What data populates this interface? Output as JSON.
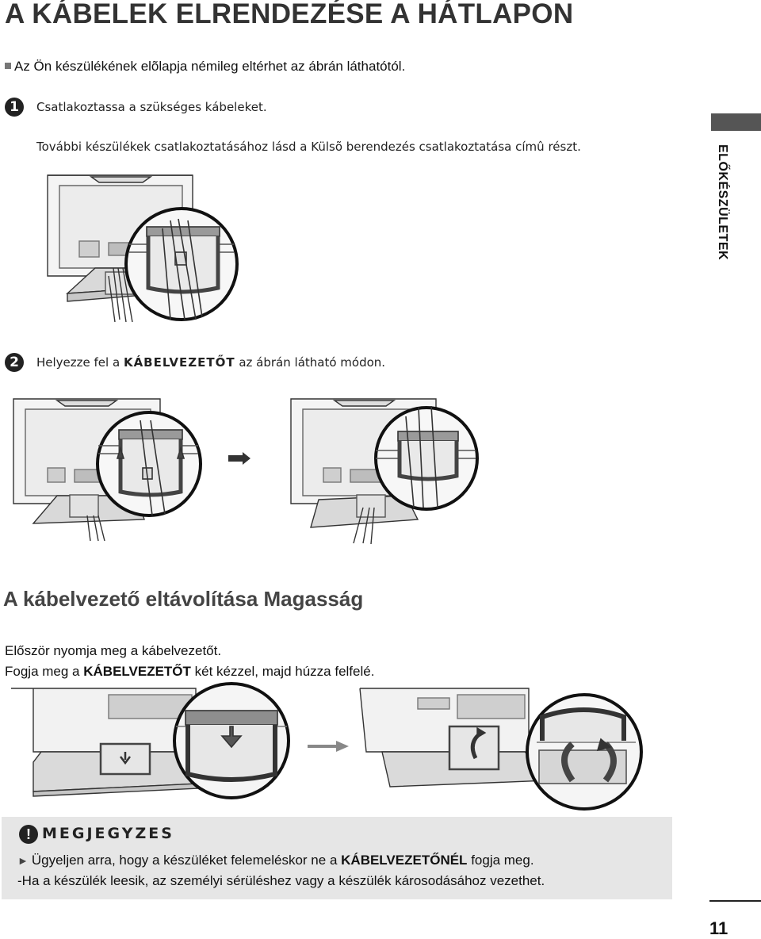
{
  "page_title": "A KÁBELEK ELRENDEZÉSE A HÁTLAPON",
  "intro_note": "Az Ön készülékének elõlapja némileg eltérhet az ábrán láthatótól.",
  "steps": [
    {
      "number": "1",
      "text": "Csatlakoztassa a szükséges kábeleket.",
      "subtext": "További készülékek csatlakoztatásához lásd a Külsõ berendezés csatlakoztatása címû részt."
    },
    {
      "number": "2",
      "text_before": "Helyezze fel a",
      "keyword": "KÁBELVEZETŐT",
      "text_after": "az ábrán látható módon."
    }
  ],
  "side_tab": "ELŐKÉSZÜLETEK",
  "section_heading": "A kábelvezető eltávolítása Magasság",
  "removal": {
    "line1": "Először nyomja meg a kábelvezetőt.",
    "line2_before": "Fogja meg a",
    "line2_keyword": "KÁBELVEZETŐT",
    "line2_after": "két kézzel, majd húzza felfelé."
  },
  "note": {
    "icon": "!",
    "heading": "MEGJEGYZES",
    "line1_before": "Ügyeljen arra, hogy a készüléket felemeléskor ne a",
    "line1_keyword": "KÁBELVEZETŐNÉL",
    "line1_after": "fogja meg.",
    "line2": "-Ha a készülék leesik, az személyi sérüléshez vagy a készülék károsodásához vezethet."
  },
  "page_number": "11",
  "icons": [
    "exclamation-icon",
    "right-arrow-icon",
    "bullet-square-icon"
  ]
}
